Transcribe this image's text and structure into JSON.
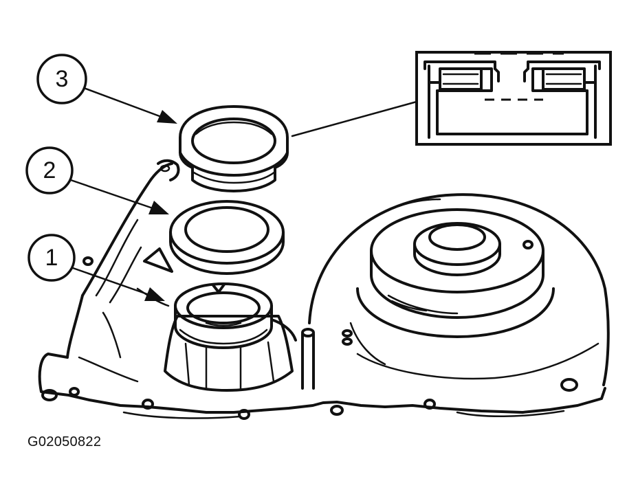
{
  "callouts": {
    "one": "1",
    "two": "2",
    "three": "3"
  },
  "figure_id": "G02050822",
  "colors": {
    "ink": "#111111",
    "background": "#ffffff"
  }
}
